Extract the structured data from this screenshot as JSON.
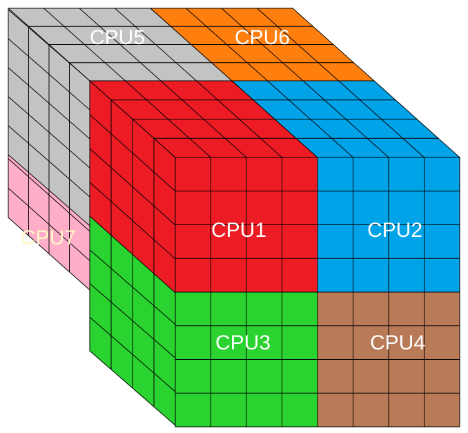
{
  "diagram": {
    "blocks": [
      {
        "id": "cpu1",
        "label": "CPU1",
        "color": "#ed1c24"
      },
      {
        "id": "cpu2",
        "label": "CPU2",
        "color": "#00a2e8"
      },
      {
        "id": "cpu3",
        "label": "CPU3",
        "color": "#2ad32f"
      },
      {
        "id": "cpu4",
        "label": "CPU4",
        "color": "#b97a57"
      },
      {
        "id": "cpu5",
        "label": "CPU5",
        "color": "#c3c3c3"
      },
      {
        "id": "cpu6",
        "label": "CPU6",
        "color": "#ff7f0e"
      },
      {
        "id": "cpu7",
        "label": "CPU7",
        "color": "#ffaec9"
      }
    ],
    "grid_line_color": "#000000"
  }
}
